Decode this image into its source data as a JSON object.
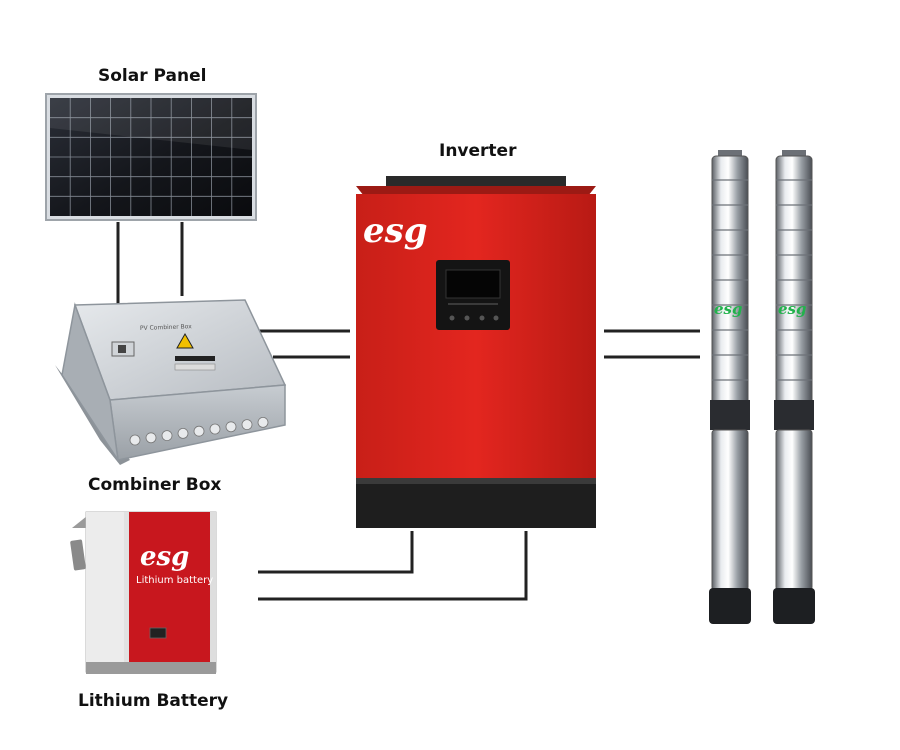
{
  "labels": {
    "solar_panel": "Solar Panel",
    "inverter": "Inverter",
    "combiner_box": "Combiner Box",
    "lithium_battery": "Lithium Battery"
  },
  "inverter": {
    "brand": "esg"
  },
  "combiner_box": {
    "plate_text": "PV Combiner Box"
  },
  "battery": {
    "brand": "esg",
    "product_text": "Lithium battery"
  },
  "pumps": {
    "brand": "esg",
    "count": 2
  },
  "colors": {
    "inverter_red": "#e3261f",
    "inverter_base": "#222222",
    "battery_red": "#c8171e",
    "wire": "#222222",
    "pump_logo_green": "#22b24c",
    "solar_cell": "#0f1116"
  },
  "icons": [
    "solar-panel-icon",
    "combiner-box-icon",
    "inverter-icon",
    "lithium-battery-icon",
    "submersible-pump-icon"
  ]
}
